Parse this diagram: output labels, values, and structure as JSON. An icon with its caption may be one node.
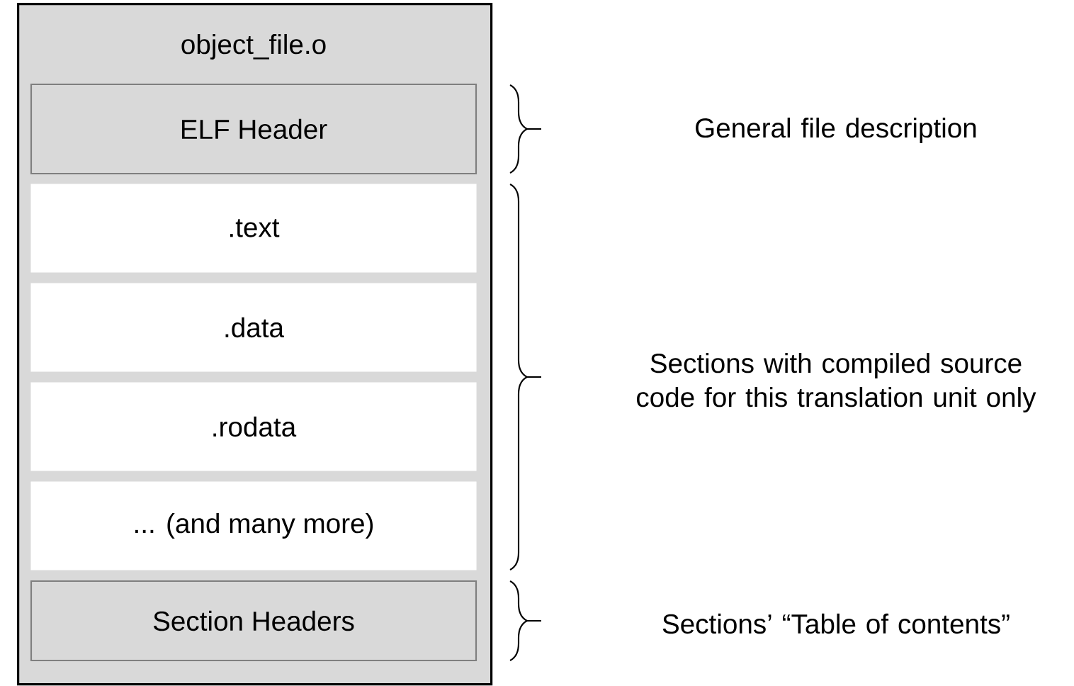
{
  "diagram": {
    "nodes": [
      {
        "text": [
          "object_file.o"
        ]
      },
      {
        "text": [
          "ELF Header"
        ],
        "in": 0
      },
      {
        "text": [
          ".text"
        ],
        "in": 0
      },
      {
        "text": [
          ".data"
        ],
        "in": 0
      },
      {
        "text": [
          ".rodata"
        ],
        "in": 0
      },
      {
        "text": [
          "... (and many more)"
        ],
        "in": 0
      },
      {
        "text": [
          "Section Headers"
        ],
        "in": 0
      }
    ],
    "labels": [
      "General file description",
      "Sections with compiled source code for this translation unit only",
      "Sections’ “Table of contents”"
    ]
  }
}
